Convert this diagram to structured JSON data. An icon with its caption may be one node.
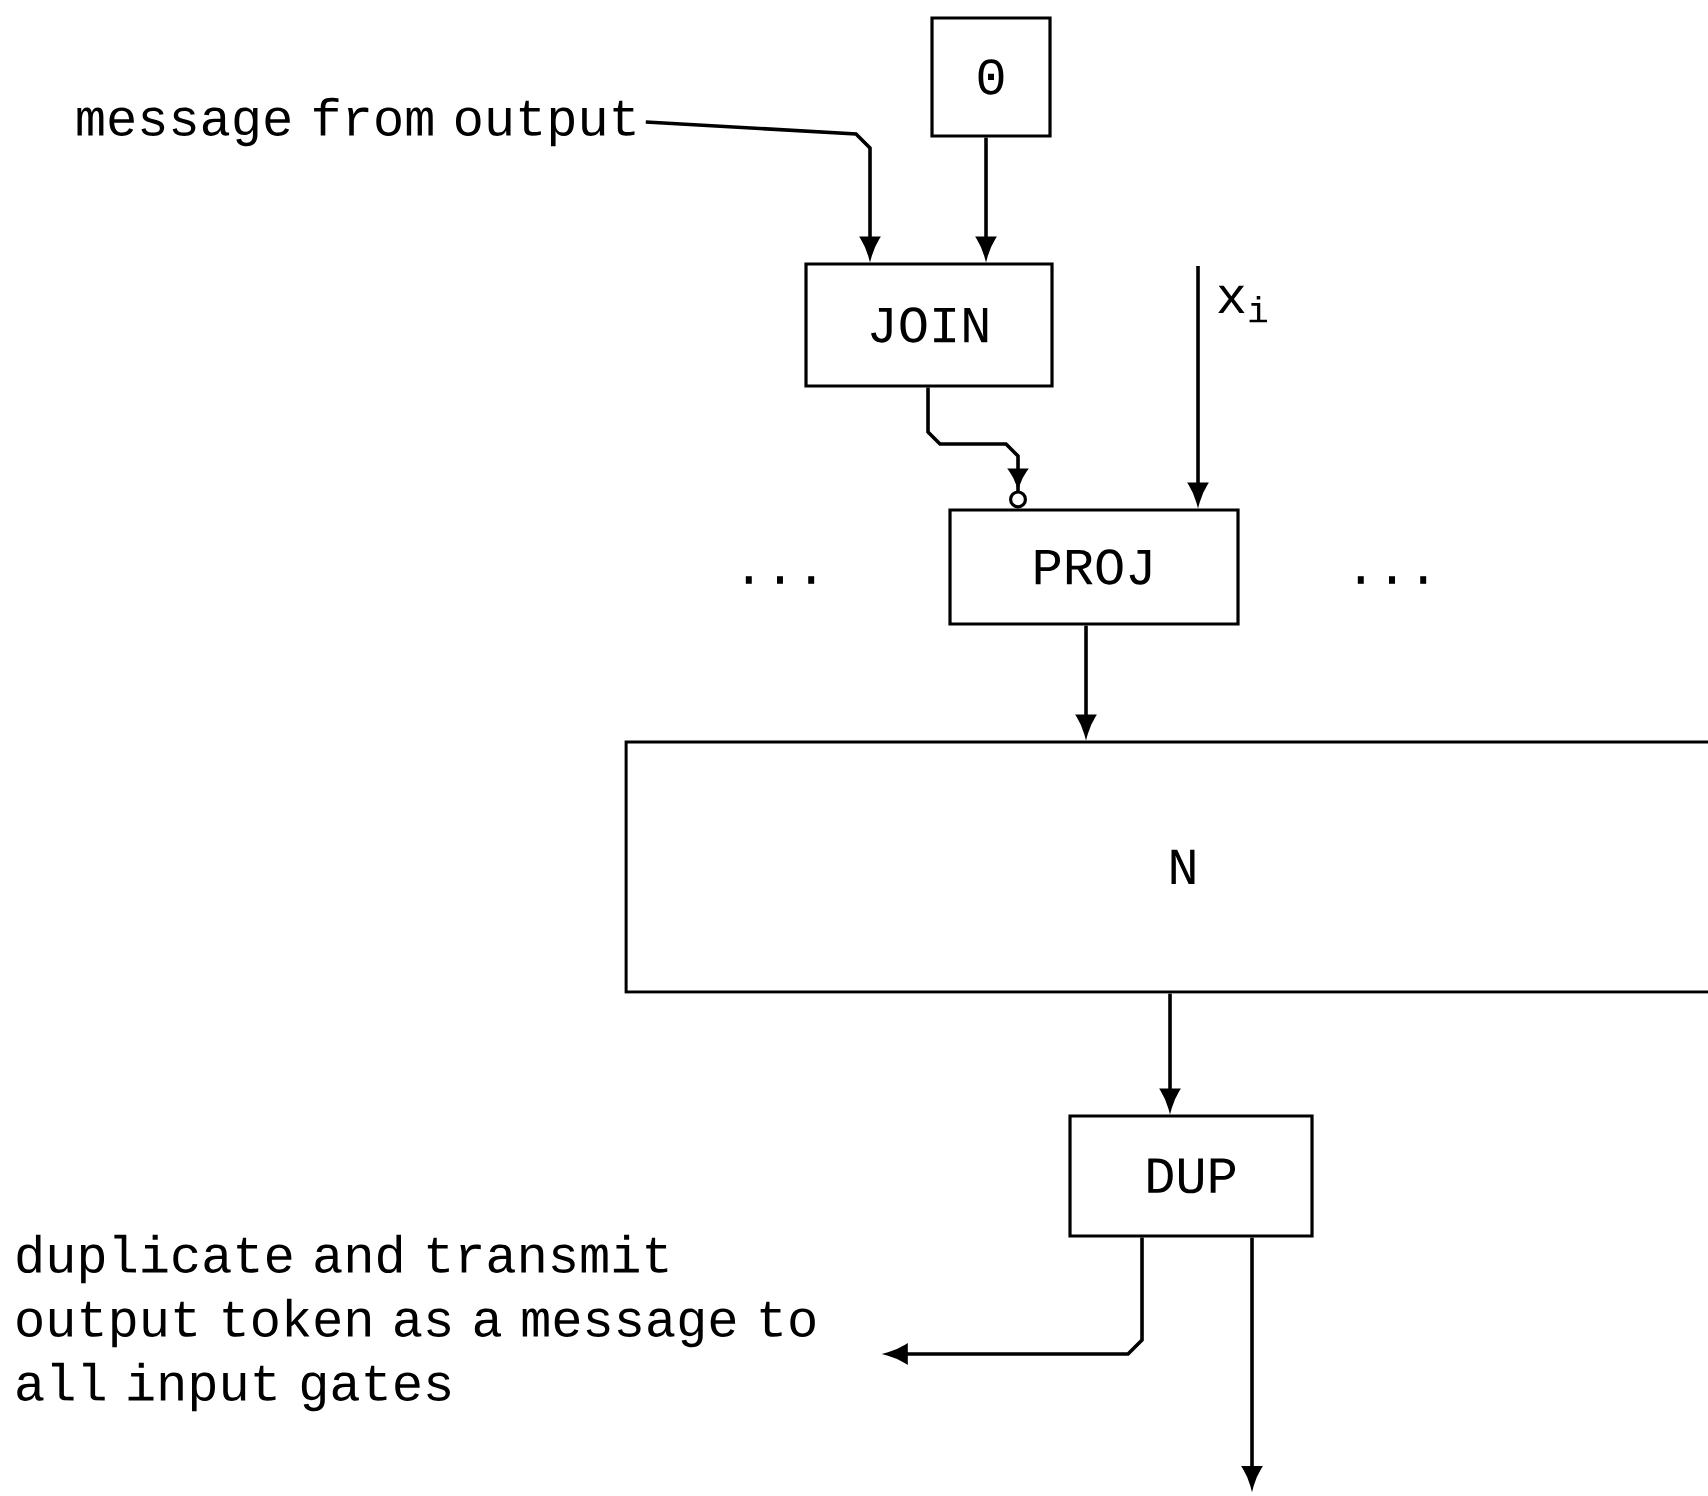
{
  "diagram": {
    "nodes": [
      {
        "text": [
          "0"
        ]
      },
      {
        "text": [
          "message from output"
        ]
      },
      {
        "text": [
          "JOIN"
        ]
      },
      {
        "text": [
          "PROJ"
        ]
      },
      {
        "text": [
          "N"
        ]
      },
      {
        "text": [
          "DUP"
        ]
      },
      {
        "text": [
          "duplicate and transmit output token as a message to all input gates"
        ]
      }
    ],
    "edges": [
      {
        "from": 1,
        "to": 2,
        "arrow": "to"
      },
      {
        "from": 0,
        "to": 2,
        "arrow": "to"
      },
      {
        "from": 2,
        "to": 3,
        "arrow": "to"
      },
      {
        "from": null,
        "to": 3,
        "arrow": "to",
        "label": "x$_{i}$"
      },
      {
        "from": 3,
        "to": 4,
        "arrow": "to"
      },
      {
        "from": 4,
        "to": 5,
        "arrow": "to"
      },
      {
        "from": 5,
        "to": 6,
        "arrow": "to"
      },
      {
        "from": 5,
        "to": null,
        "arrow": "to"
      }
    ],
    "labels": [
      "...",
      "..."
    ]
  }
}
